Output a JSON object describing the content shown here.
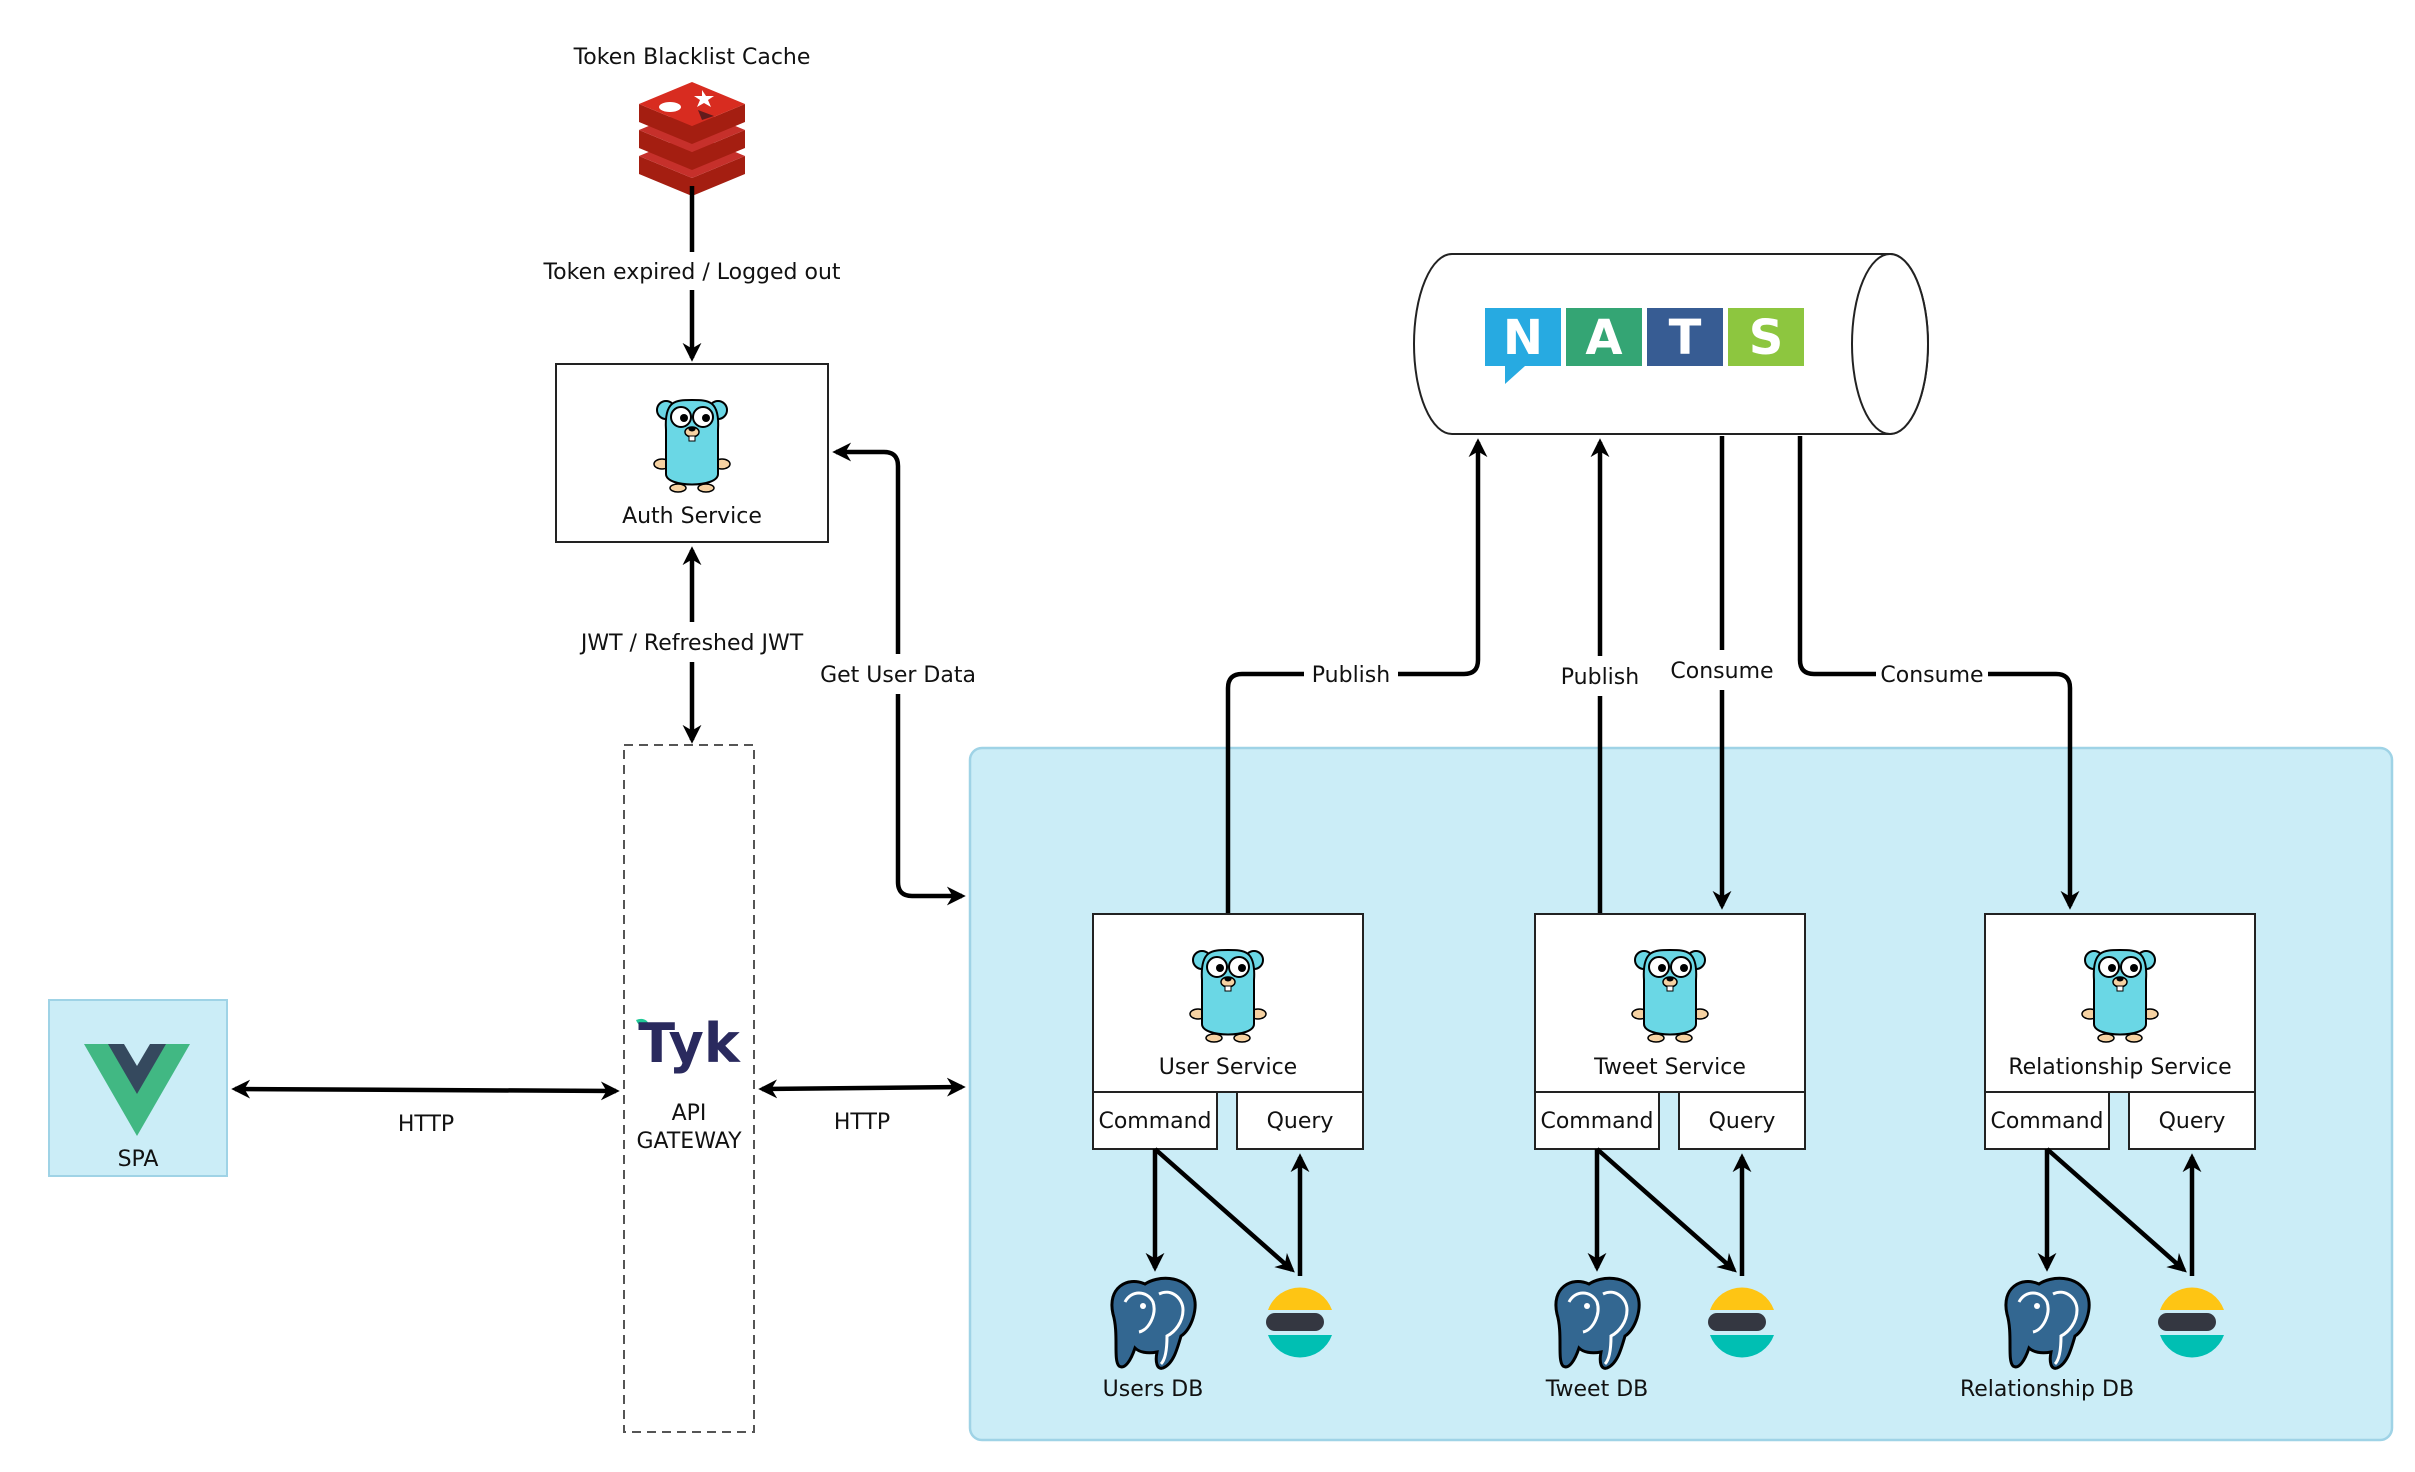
{
  "cache": {
    "title": "Token Blacklist Cache"
  },
  "edges": {
    "token_expired": "Token expired / Logged out",
    "jwt": "JWT / Refreshed JWT",
    "get_user_data": "Get User Data",
    "http_left": "HTTP",
    "http_right": "HTTP",
    "publish_user": "Publish",
    "publish_tweet": "Publish",
    "consume_tweet": "Consume",
    "consume_relationship": "Consume"
  },
  "auth": {
    "label": "Auth Service"
  },
  "broker": {
    "logo_letters": [
      "N",
      "A",
      "T",
      "S"
    ]
  },
  "spa": {
    "label": "SPA"
  },
  "gateway": {
    "logo_text": "Tyk",
    "line1": "API",
    "line2": "GATEWAY"
  },
  "services": {
    "user": {
      "name": "User Service",
      "command": "Command",
      "query": "Query",
      "db": "Users DB"
    },
    "tweet": {
      "name": "Tweet Service",
      "command": "Command",
      "query": "Query",
      "db": "Tweet DB"
    },
    "relationship": {
      "name": "Relationship Service",
      "command": "Command",
      "query": "Query",
      "db": "Relationship DB"
    }
  },
  "colors": {
    "cluster_fill": "#cbedf7",
    "cluster_stroke": "#9fd3e6",
    "nats_blue": "#27aae1",
    "nats_green": "#34a574",
    "nats_navy": "#375c93",
    "nats_lime": "#8dc63f",
    "redis_red": "#c6302b",
    "gopher": "#6ad7e5",
    "elastic_yellow": "#fec514",
    "elastic_dark": "#343741",
    "elastic_teal": "#00bfb3",
    "postgres_blue": "#336791",
    "vue_green": "#41b883",
    "vue_navy": "#35495e"
  }
}
